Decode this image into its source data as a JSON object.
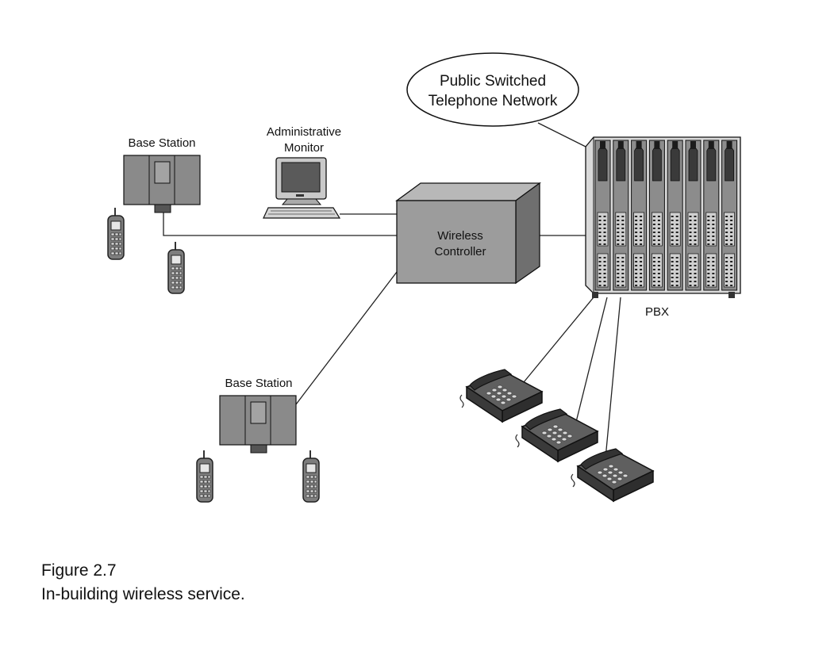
{
  "network_label": [
    "Public Switched",
    "Telephone Network"
  ],
  "base_station_label": "Base Station",
  "monitor_label": [
    "Administrative",
    "Monitor"
  ],
  "controller_label": [
    "Wireless",
    "Controller"
  ],
  "pbx_label": "PBX",
  "caption": {
    "figure": "Figure 2.7",
    "text": "In-building wireless service."
  }
}
